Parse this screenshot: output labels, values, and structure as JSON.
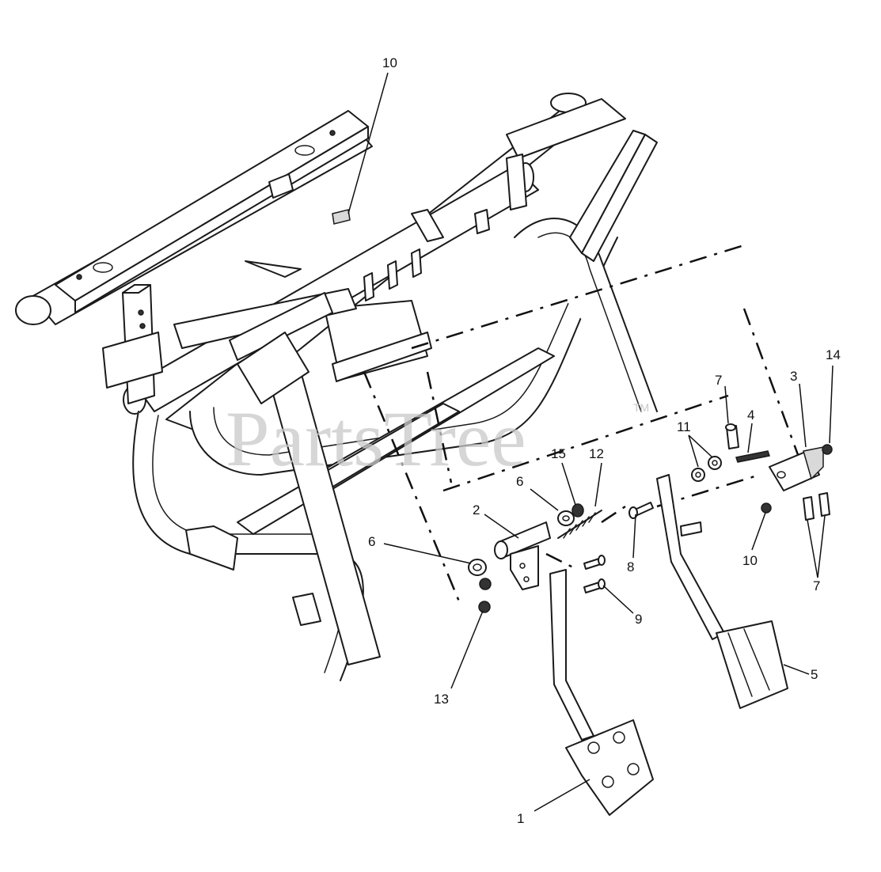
{
  "watermark": {
    "text": "PartsTree",
    "trademark": "TM"
  },
  "callouts": [
    {
      "id": "c10a",
      "label": "10"
    },
    {
      "id": "c7a",
      "label": "7"
    },
    {
      "id": "c3",
      "label": "3"
    },
    {
      "id": "c14",
      "label": "14"
    },
    {
      "id": "c11",
      "label": "11"
    },
    {
      "id": "c4",
      "label": "4"
    },
    {
      "id": "c15",
      "label": "15"
    },
    {
      "id": "c12",
      "label": "12"
    },
    {
      "id": "c6a",
      "label": "6"
    },
    {
      "id": "c2",
      "label": "2"
    },
    {
      "id": "c6b",
      "label": "6"
    },
    {
      "id": "c8",
      "label": "8"
    },
    {
      "id": "c10b",
      "label": "10"
    },
    {
      "id": "c7b",
      "label": "7"
    },
    {
      "id": "c9",
      "label": "9"
    },
    {
      "id": "c13",
      "label": "13"
    },
    {
      "id": "c5",
      "label": "5"
    },
    {
      "id": "c1",
      "label": "1"
    }
  ]
}
